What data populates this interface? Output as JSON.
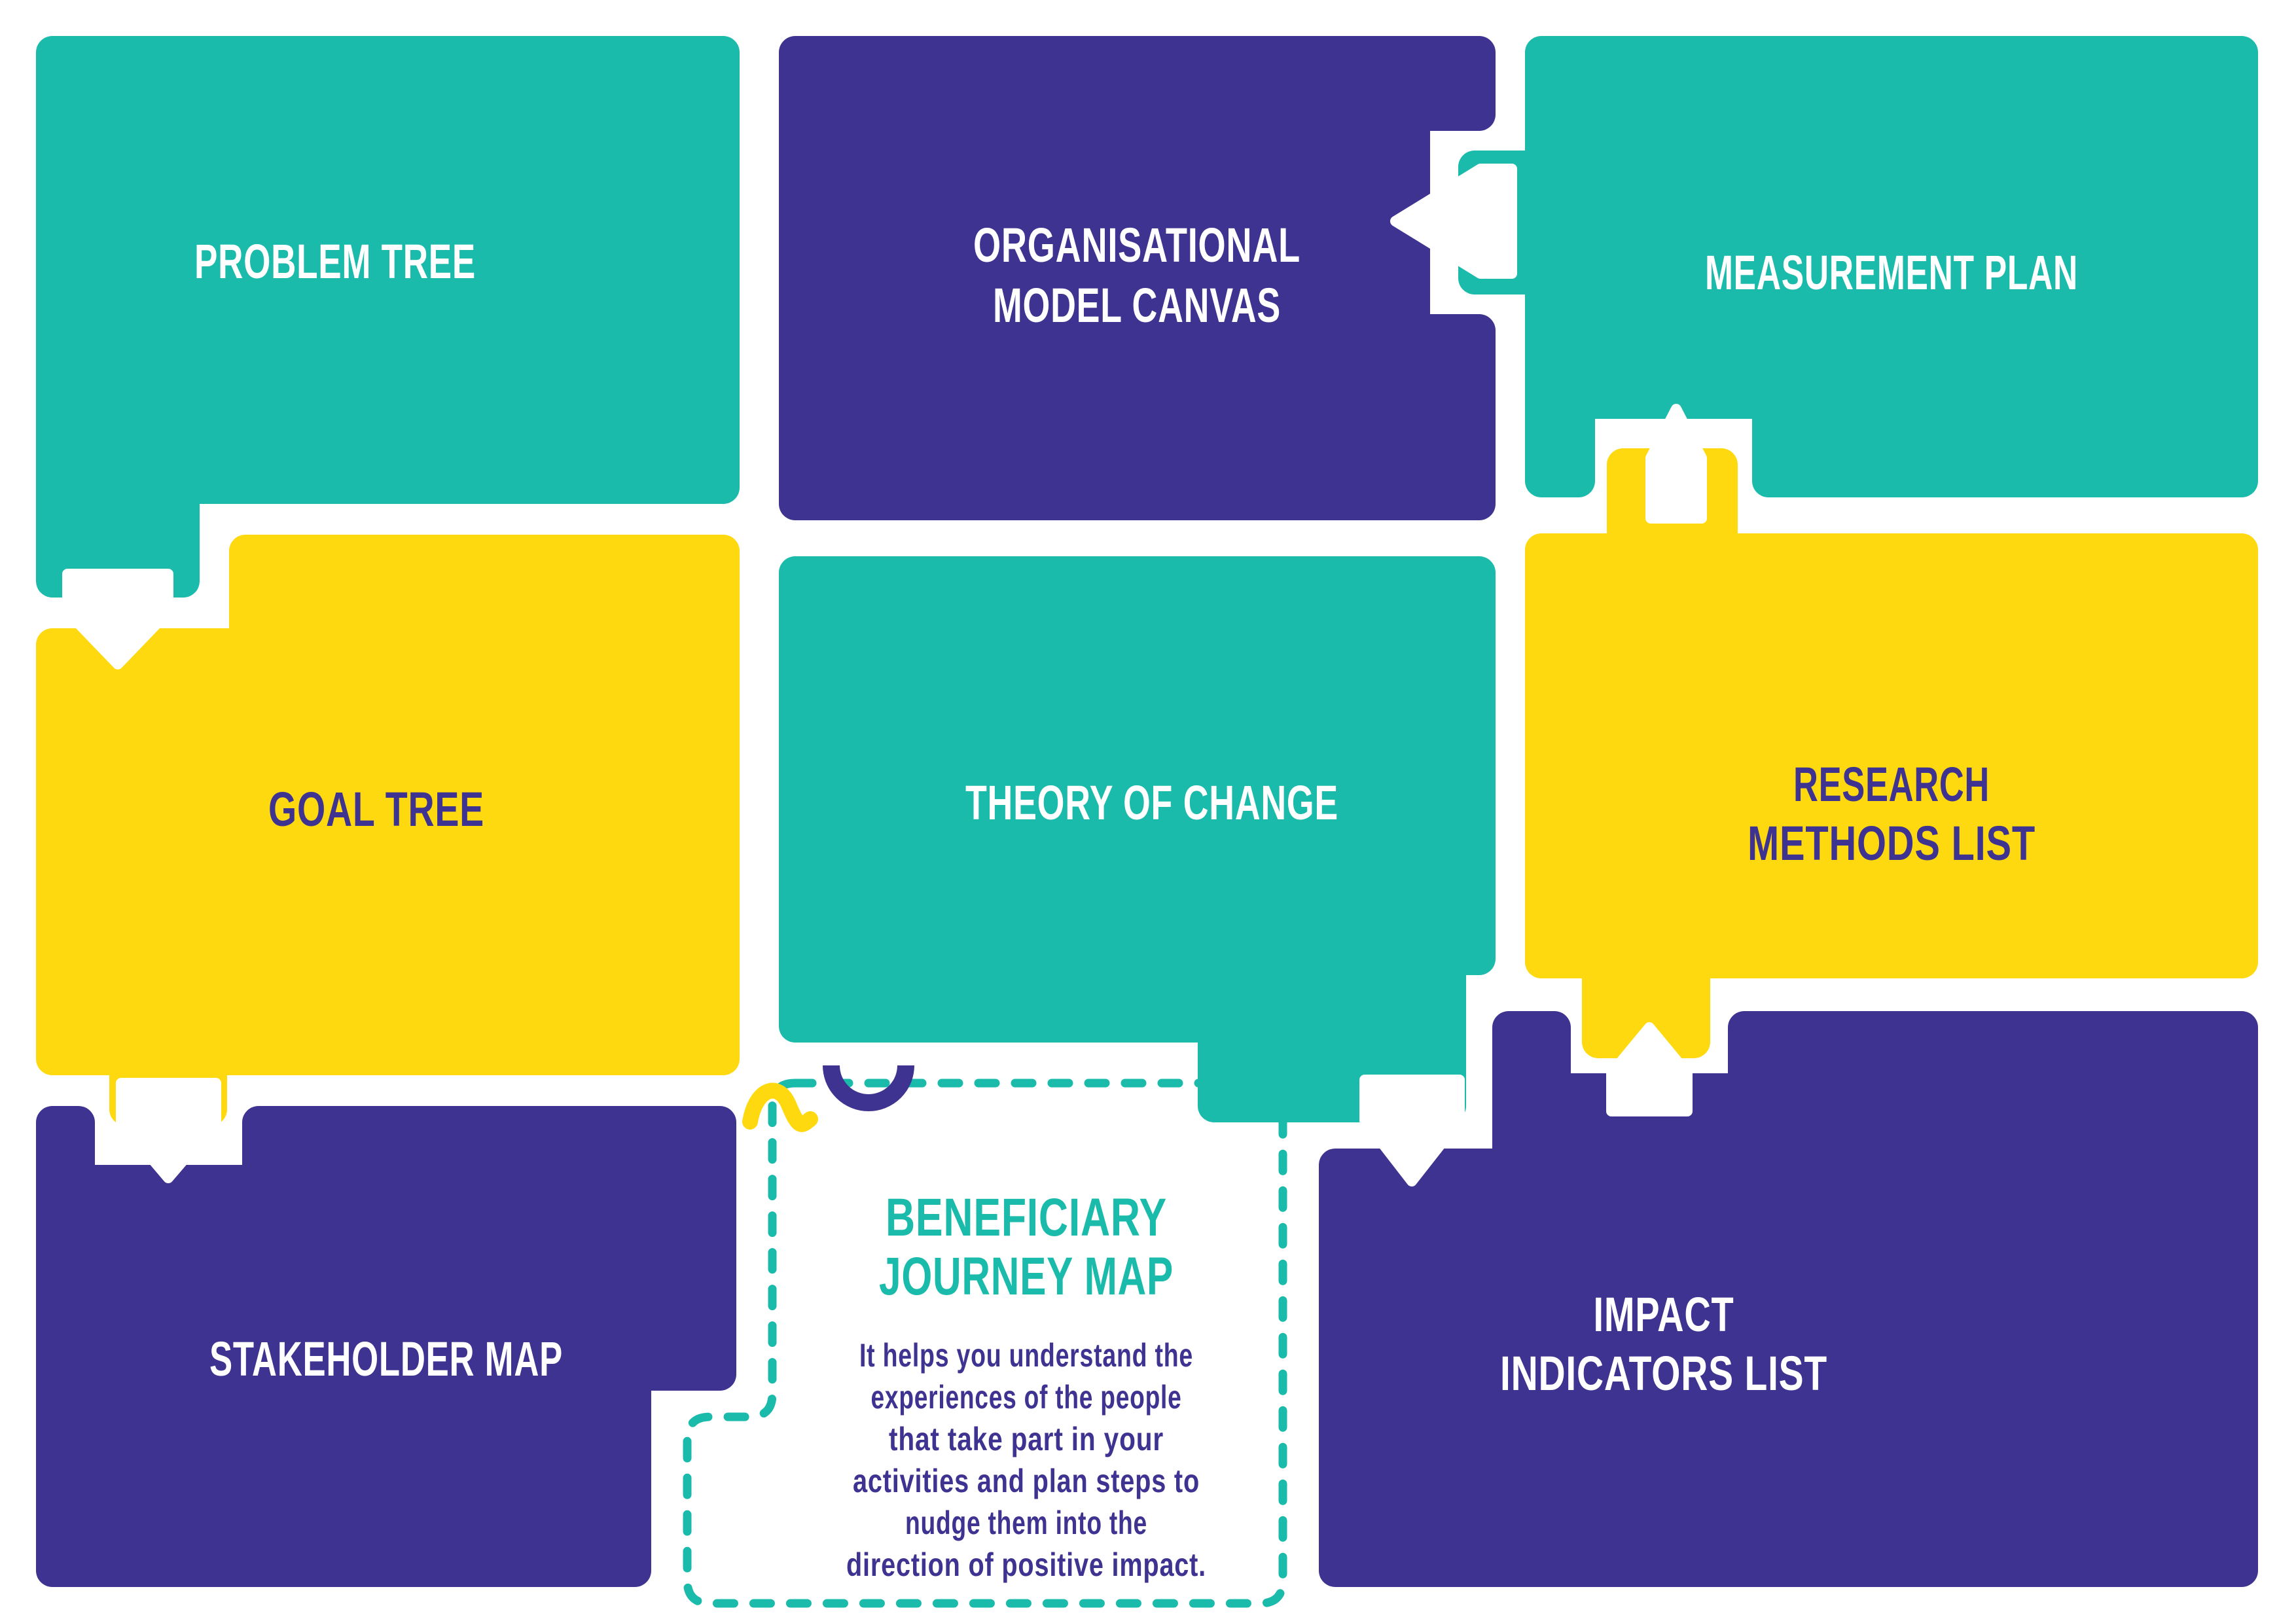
{
  "palette": {
    "teal": "#1ABBAB",
    "purple": "#3E3390",
    "yellow": "#FFD90F",
    "background": "#FFFFFF"
  },
  "pieces": {
    "problem_tree": {
      "label": "PROBLEM TREE",
      "color": "#1ABBAB"
    },
    "organisational_model_canvas": {
      "label_line1": "ORGANISATIONAL",
      "label_line2": "MODEL CANVAS",
      "color": "#3E3390"
    },
    "measurement_plan": {
      "label": "MEASUREMENT PLAN",
      "color": "#1ABBAB"
    },
    "goal_tree": {
      "label": "GOAL TREE",
      "color": "#FFD90F"
    },
    "theory_of_change": {
      "label": "THEORY OF CHANGE",
      "color": "#1ABBAB"
    },
    "research_methods_list": {
      "label_line1": "RESEARCH",
      "label_line2": "METHODS LIST",
      "color": "#FFD90F"
    },
    "stakeholder_map": {
      "label": "STAKEHOLDER MAP",
      "color": "#3E3390"
    },
    "impact_indicators_list": {
      "label_line1": "IMPACT",
      "label_line2": "INDICATORS LIST",
      "color": "#3E3390"
    },
    "beneficiary_journey_map": {
      "title_line1": "BENEFICIARY",
      "title_line2": "JOURNEY MAP",
      "description_lines": [
        "It helps you understand the",
        "experiences of the people",
        "that take part in your",
        "activities and plan steps to",
        "nudge them into the",
        "direction of positive impact."
      ]
    }
  },
  "connectors": [
    {
      "from": "problem_tree",
      "to": "goal_tree",
      "direction": "down"
    },
    {
      "from": "goal_tree",
      "to": "stakeholder_map",
      "direction": "down"
    },
    {
      "from": "measurement_plan",
      "to": "organisational_model_canvas",
      "direction": "left"
    },
    {
      "from": "research_methods_list",
      "to": "measurement_plan",
      "direction": "up"
    },
    {
      "from": "theory_of_change",
      "to": "impact_indicators_list",
      "direction": "down"
    },
    {
      "from": "impact_indicators_list",
      "to": "research_methods_list",
      "direction": "up"
    }
  ]
}
